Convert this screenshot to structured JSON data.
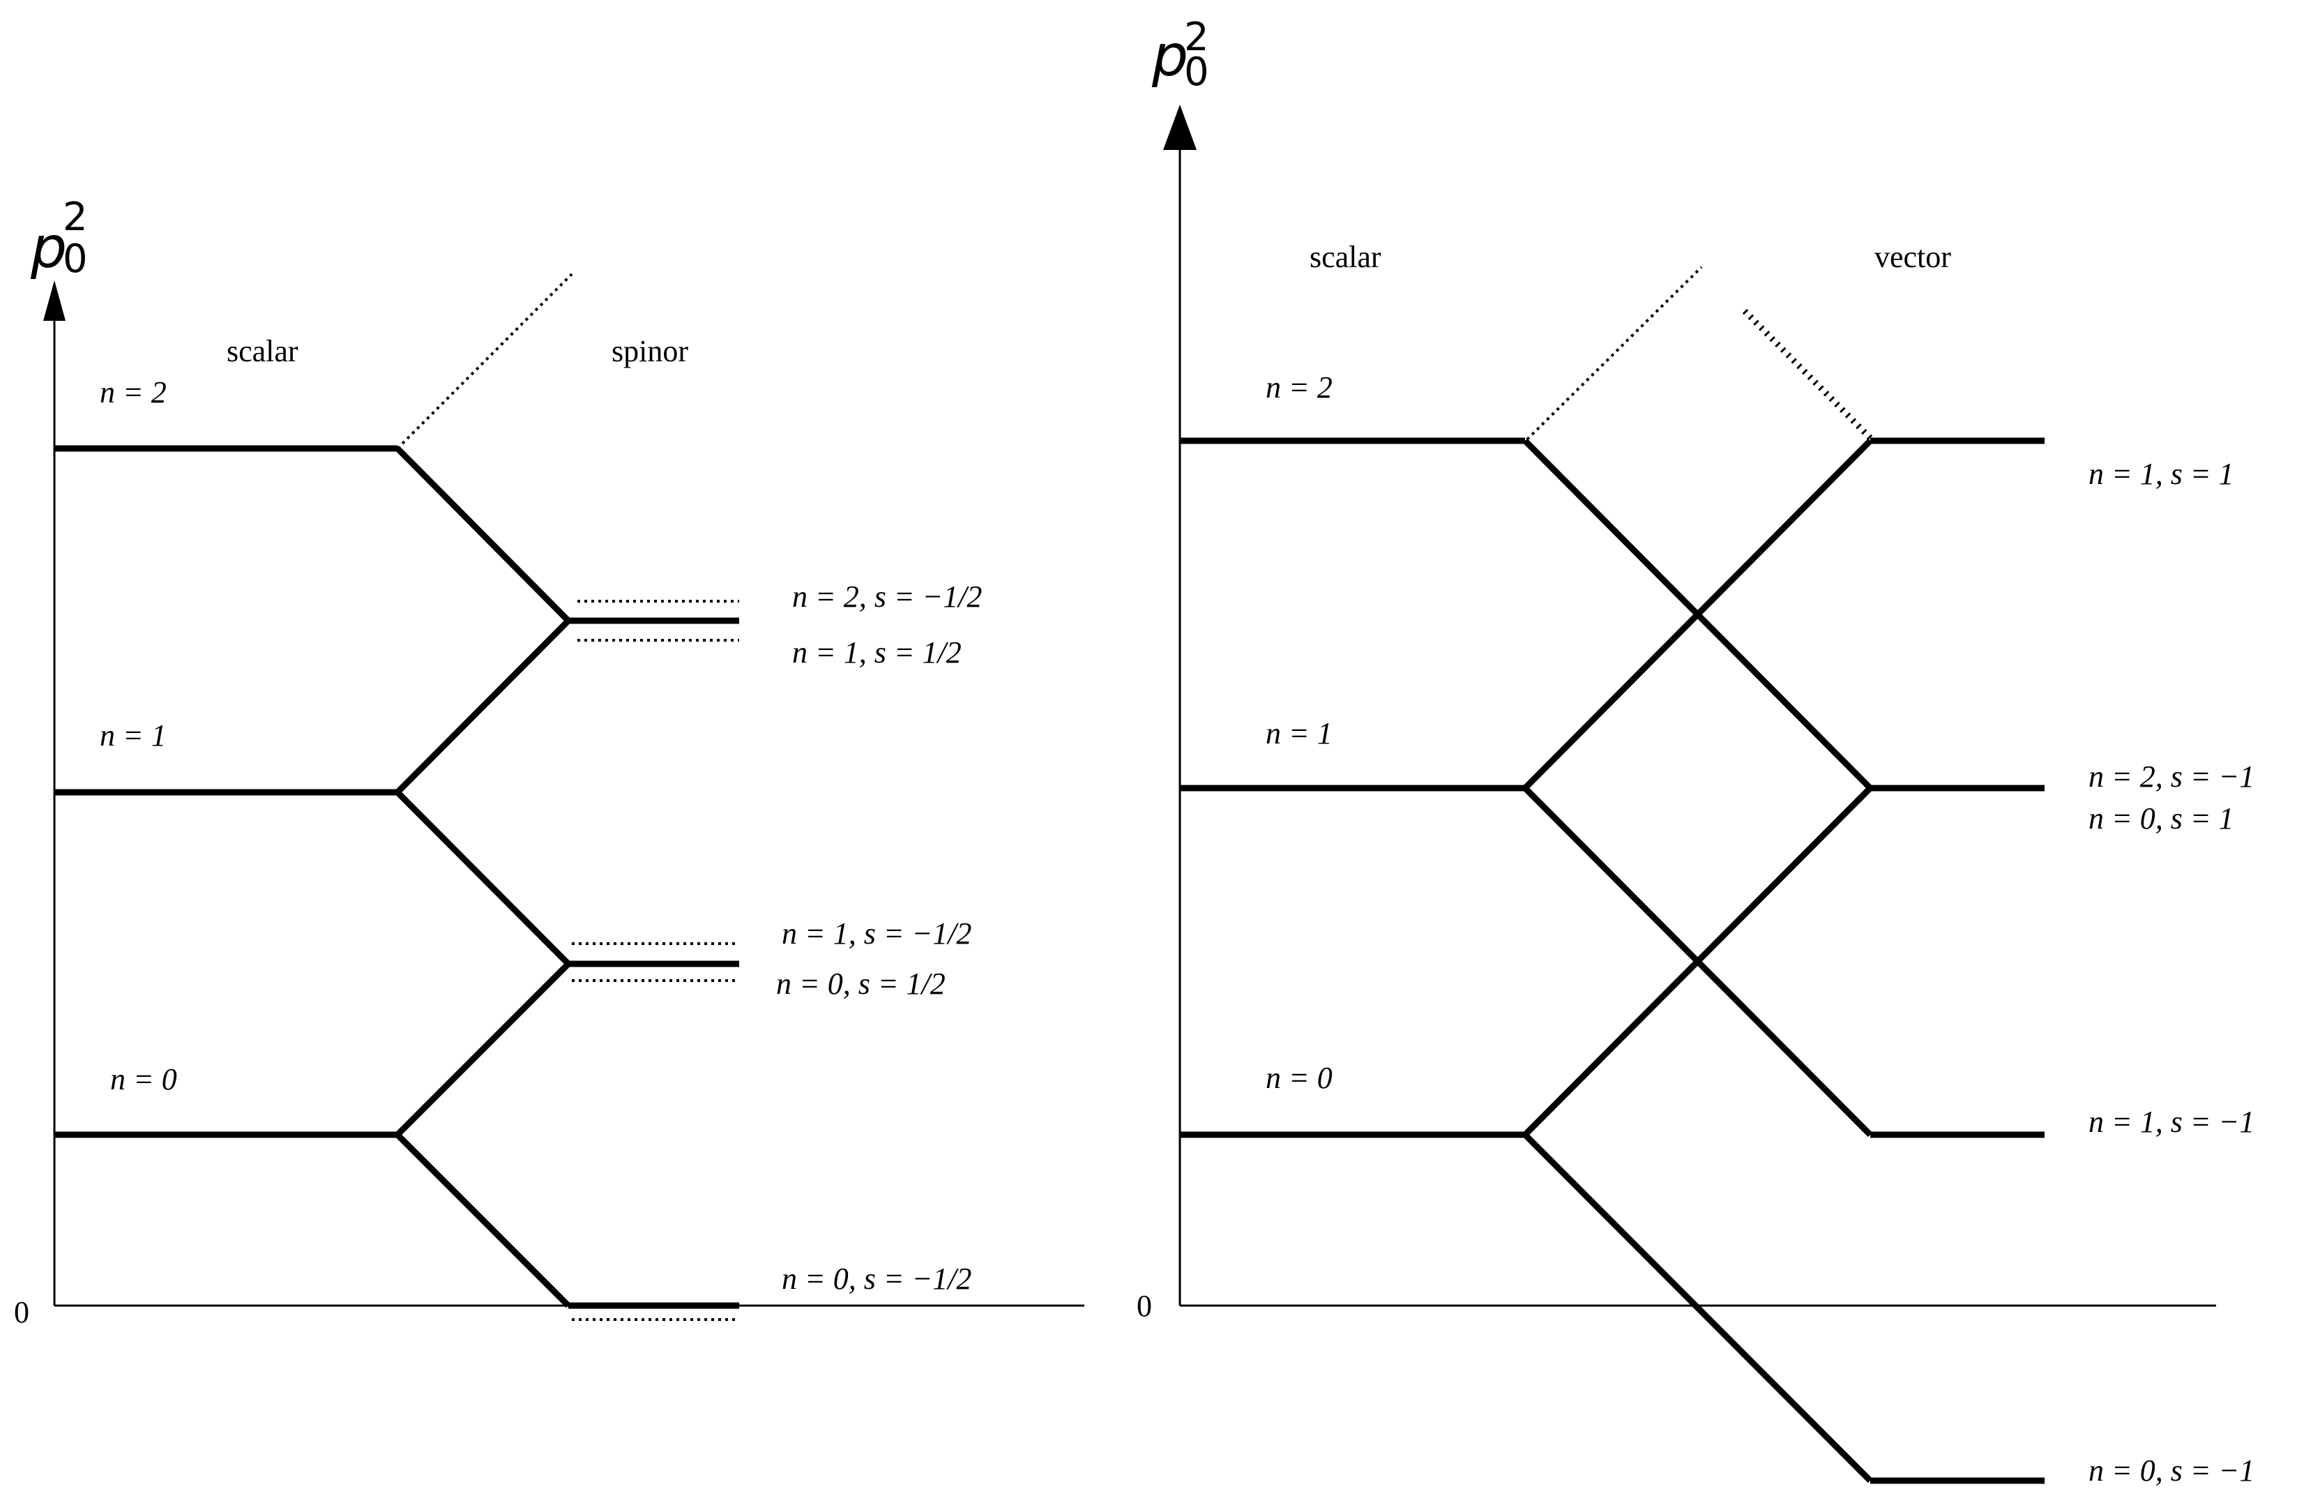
{
  "left_panel": {
    "axis": {
      "var": "p",
      "sup": "2",
      "sub": "0"
    },
    "origin_label": "0",
    "column_labels": {
      "scalar": "scalar",
      "spinor": "spinor"
    },
    "scalar_levels": [
      "n = 2",
      "n = 1",
      "n = 0"
    ],
    "spinor_levels": [
      "n = 2,  s = −1/2",
      "n = 1,  s = 1/2",
      "n = 1,  s = −1/2",
      "n = 0,  s = 1/2",
      "n = 0,  s = −1/2"
    ]
  },
  "right_panel": {
    "axis": {
      "var": "p",
      "sup": "2",
      "sub": "0"
    },
    "origin_label": "0",
    "column_labels": {
      "scalar": "scalar",
      "vector": "vector"
    },
    "scalar_levels": [
      "n = 2",
      "n = 1",
      "n = 0"
    ],
    "vector_levels": [
      "n = 1,  s = 1",
      "n = 2,  s = −1",
      "n = 0,  s = 1",
      "n = 1,  s = −1",
      "n = 0,  s = −1"
    ]
  }
}
